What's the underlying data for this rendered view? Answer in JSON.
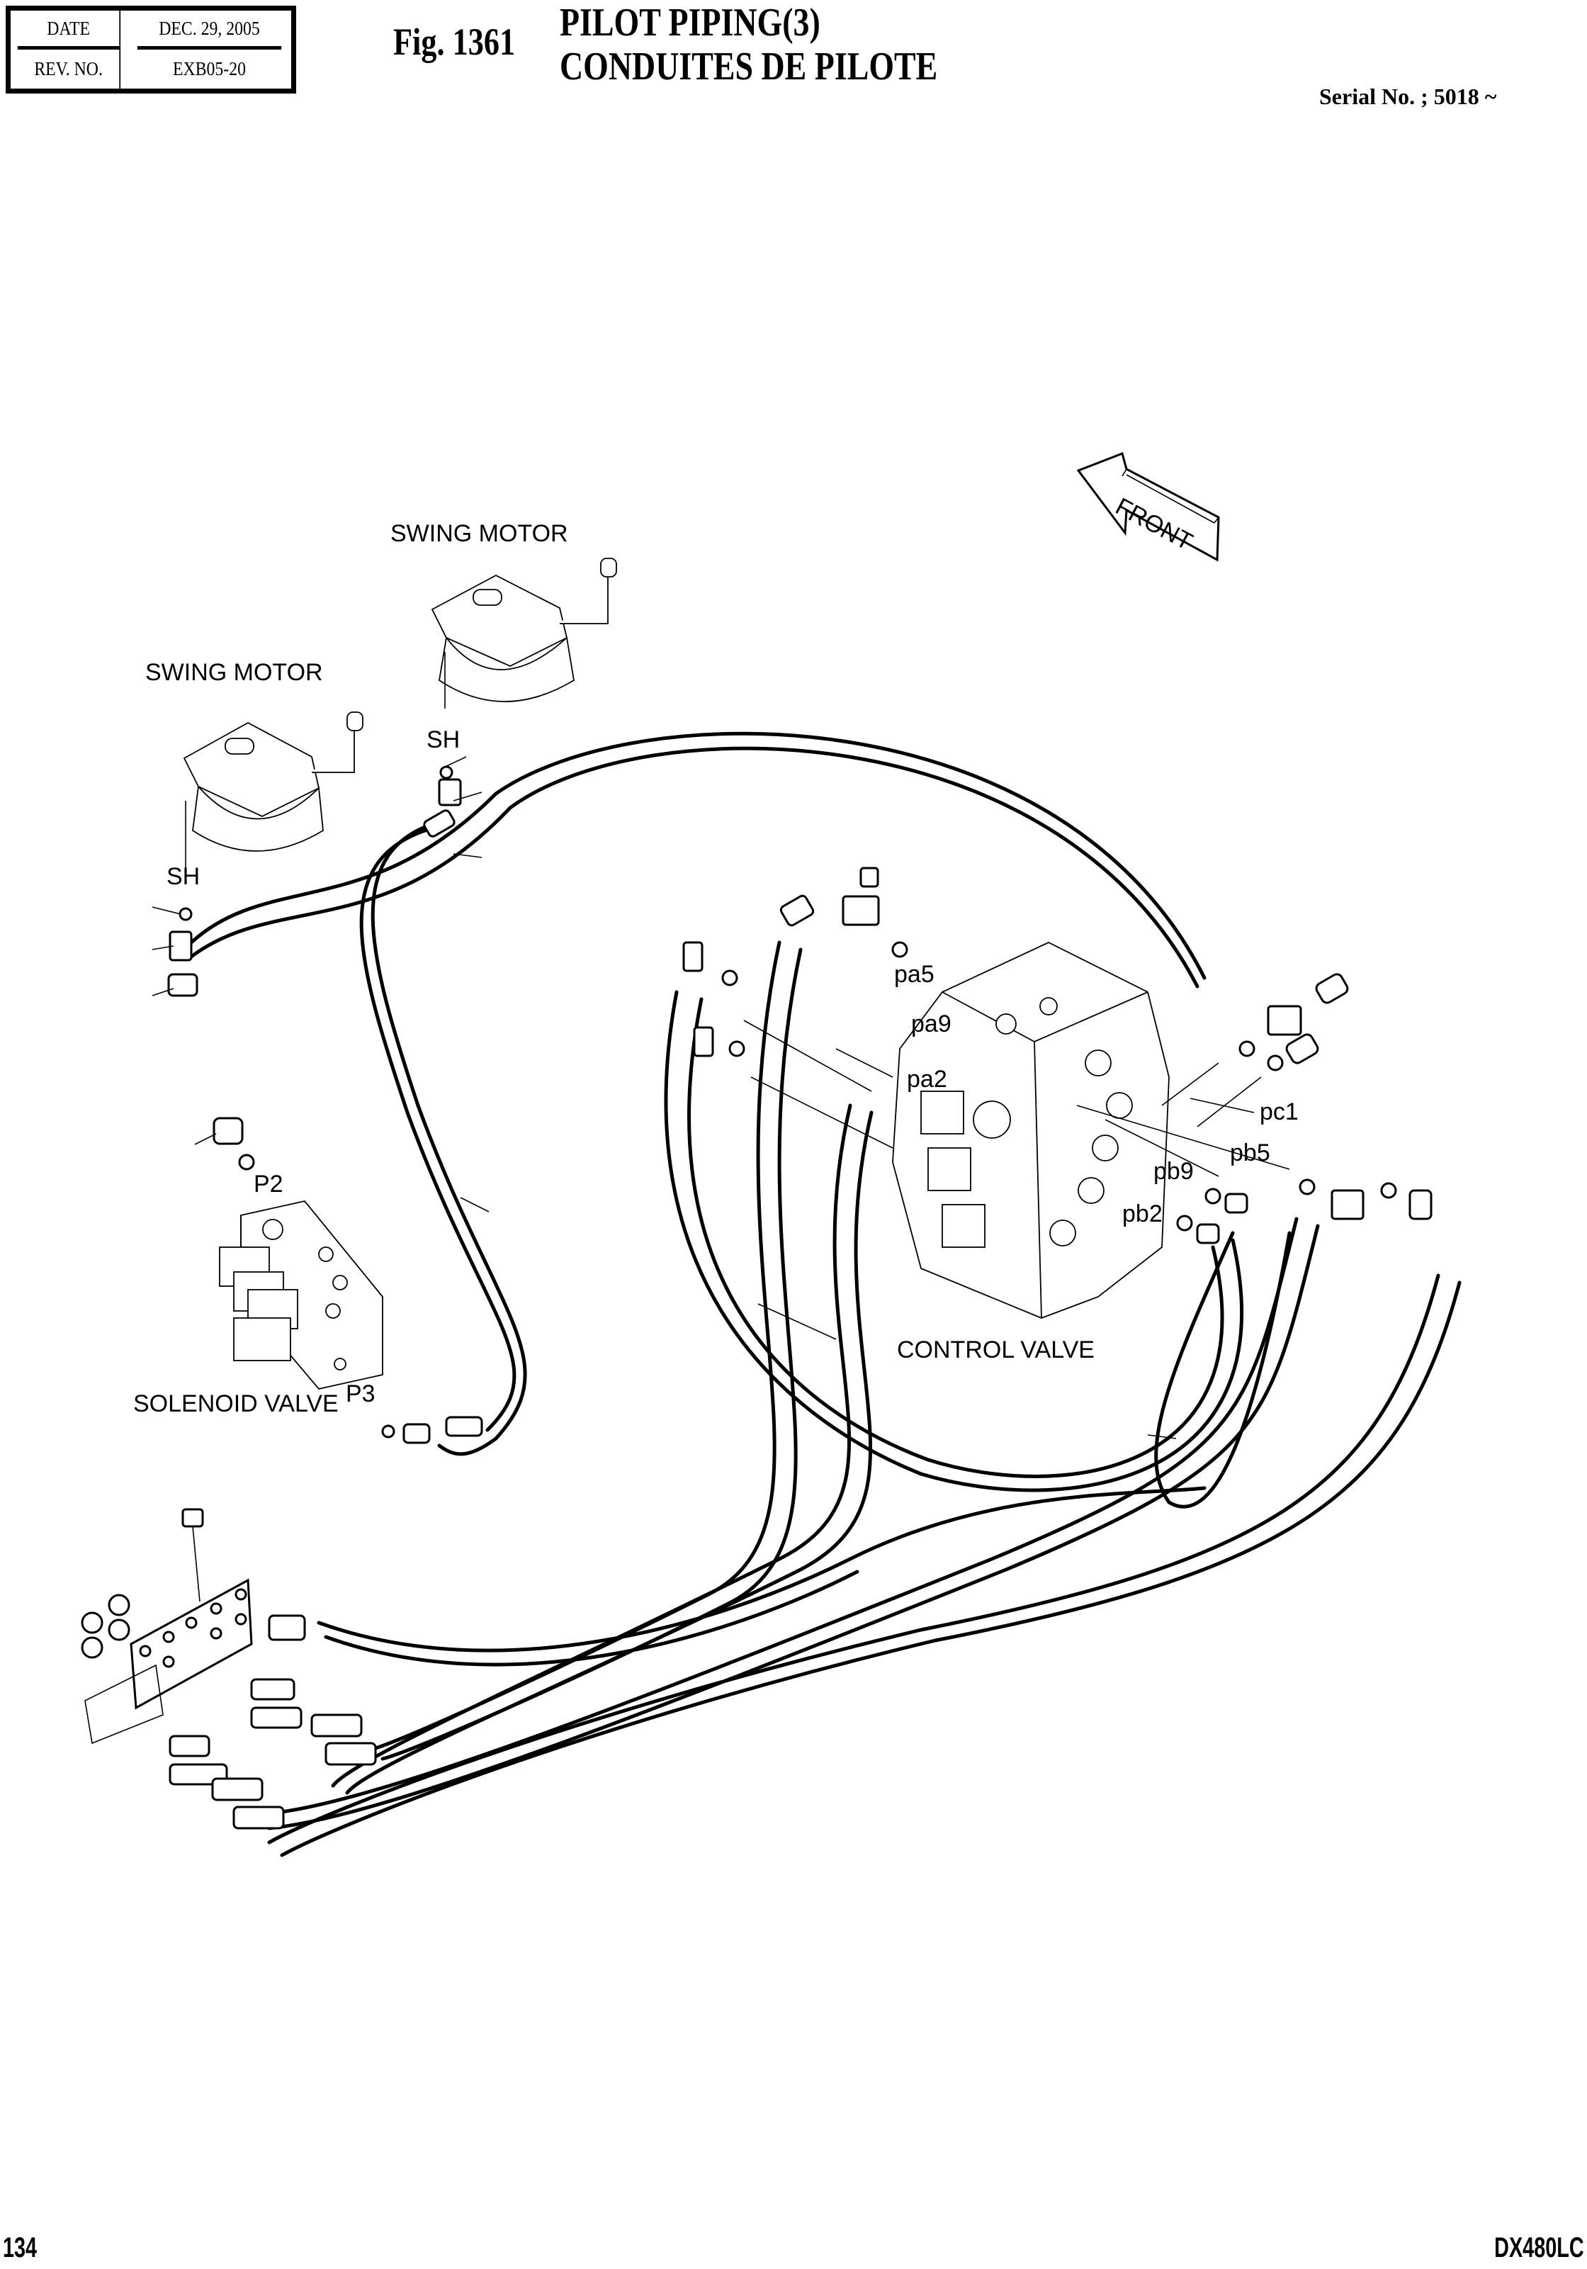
{
  "header": {
    "info_table": {
      "date_label": "DATE",
      "date_value": "DEC. 29, 2005",
      "rev_label": "REV. NO.",
      "rev_value": "EXB05-20"
    },
    "fig_label": "Fig. 1361",
    "title_en": "PILOT PIPING(3)",
    "title_fr": "CONDUITES DE PILOTE",
    "serial": "Serial No. ; 5018 ~"
  },
  "diagram": {
    "front_arrow": "FRONT",
    "labels": {
      "swing_motor_upper": "SWING MOTOR",
      "swing_motor_lower": "SWING MOTOR",
      "sh_upper": "SH",
      "sh_lower": "SH",
      "p2": "P2",
      "p3": "P3",
      "solenoid_valve": "SOLENOID VALVE",
      "control_valve": "CONTROL VALVE",
      "pa5": "pa5",
      "pa9": "pa9",
      "pa2": "pa2",
      "pc1": "pc1",
      "pb5": "pb5",
      "pb9": "pb9",
      "pb2": "pb2"
    }
  },
  "footer": {
    "page_number": "134",
    "model": "DX480LC"
  }
}
